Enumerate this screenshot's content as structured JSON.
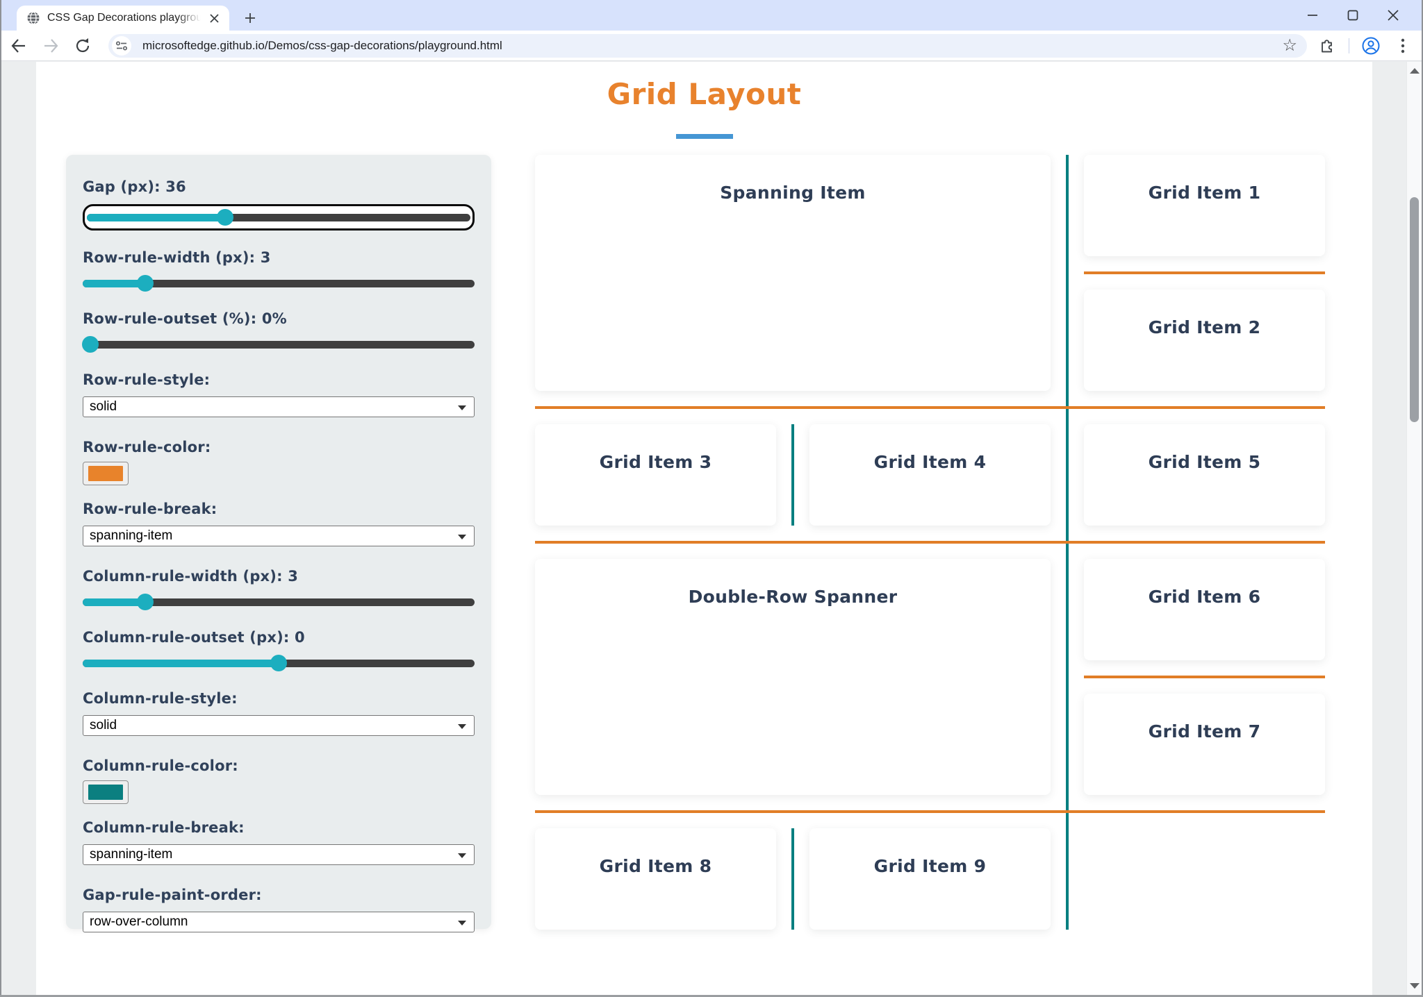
{
  "browser": {
    "tab_title": "CSS Gap Decorations playgroun",
    "url": "microsoftedge.github.io/Demos/css-gap-decorations/playground.html",
    "icons": {
      "favicon": "globe-icon",
      "tab_close": "close-icon",
      "new_tab": "plus-icon",
      "window": [
        "minimize-icon",
        "maximize-icon",
        "close-icon"
      ],
      "nav": [
        "back-arrow-icon",
        "forward-arrow-icon",
        "reload-icon"
      ],
      "omnibox_left": "tune-icon",
      "omnibox_right": "bookmark-star-icon",
      "toolbar_right": [
        "extensions-puzzle-icon",
        "profile-avatar-icon",
        "more-vert-icon"
      ]
    }
  },
  "page": {
    "title": "Grid Layout",
    "title_color": "#E8822D",
    "underline_color": "#4596D4"
  },
  "controls": {
    "gap": {
      "label": "Gap (px): 36",
      "value": 36,
      "fill_pct": 36,
      "focused": true
    },
    "row_rule_width": {
      "label": "Row-rule-width (px): 3",
      "value": 3,
      "fill_pct": 16
    },
    "row_rule_outset": {
      "label": "Row-rule-outset (%): 0%",
      "value": 0,
      "fill_pct": 2
    },
    "row_rule_style": {
      "label": "Row-rule-style:",
      "value": "solid"
    },
    "row_rule_color": {
      "label": "Row-rule-color:",
      "value": "#E8832B"
    },
    "row_rule_break": {
      "label": "Row-rule-break:",
      "value": "spanning-item"
    },
    "column_rule_width": {
      "label": "Column-rule-width (px): 3",
      "value": 3,
      "fill_pct": 16
    },
    "column_rule_outset": {
      "label": "Column-rule-outset (px): 0",
      "value": 0,
      "fill_pct": 50
    },
    "column_rule_style": {
      "label": "Column-rule-style:",
      "value": "solid"
    },
    "column_rule_color": {
      "label": "Column-rule-color:",
      "value": "#0B7F80"
    },
    "column_rule_break": {
      "label": "Column-rule-break:",
      "value": "spanning-item"
    },
    "gap_rule_paint_order": {
      "label": "Gap-rule-paint-order:",
      "value": "row-over-column"
    },
    "slider_accent": "#1CAEBF",
    "slider_track": "#3F3F3F"
  },
  "grid": {
    "items": [
      {
        "label": "Spanning Item"
      },
      {
        "label": "Grid Item 1"
      },
      {
        "label": "Grid Item 2"
      },
      {
        "label": "Grid Item 3"
      },
      {
        "label": "Grid Item 4"
      },
      {
        "label": "Grid Item 5"
      },
      {
        "label": "Double-Row Spanner"
      },
      {
        "label": "Grid Item 6"
      },
      {
        "label": "Grid Item 7"
      },
      {
        "label": "Grid Item 8"
      },
      {
        "label": "Grid Item 9"
      }
    ],
    "row_rule_color": "#E17E27",
    "column_rule_color": "#067F80"
  }
}
